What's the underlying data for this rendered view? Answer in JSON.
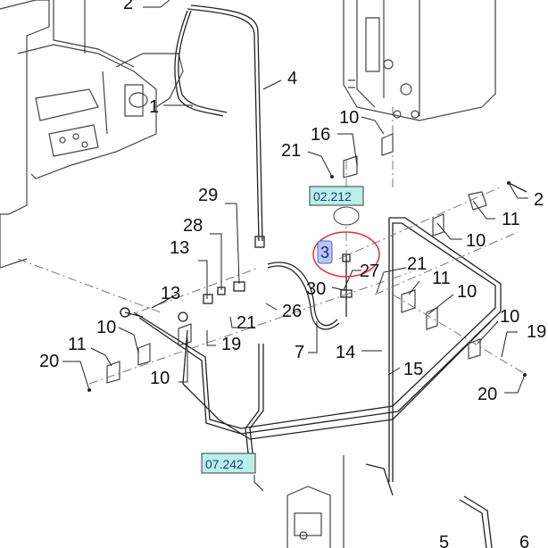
{
  "labels": {
    "n2": "2",
    "n1": "1",
    "n4": "4",
    "n10a": "10",
    "n21a": "21",
    "n16": "16",
    "n2b": "2",
    "n11a": "11",
    "n10b": "10",
    "n29": "29",
    "n28": "28",
    "n13a": "13",
    "n3": "3",
    "n27": "27",
    "n21b": "21",
    "n11b": "11",
    "n10c": "10",
    "n30": "30",
    "n13b": "13",
    "n26": "26",
    "n10d": "10",
    "n19a": "19",
    "n21c": "21",
    "n19b": "19",
    "n10e": "10",
    "n7": "7",
    "n14": "14",
    "n15": "15",
    "n11c": "11",
    "n20a": "20",
    "n10f": "10",
    "n20b": "20",
    "n5": "5",
    "n6": "6"
  },
  "refs": {
    "ref_top": "02.212",
    "ref_bottom": "07.242"
  },
  "highlight": {
    "callout": "3",
    "color": "#e03030"
  }
}
